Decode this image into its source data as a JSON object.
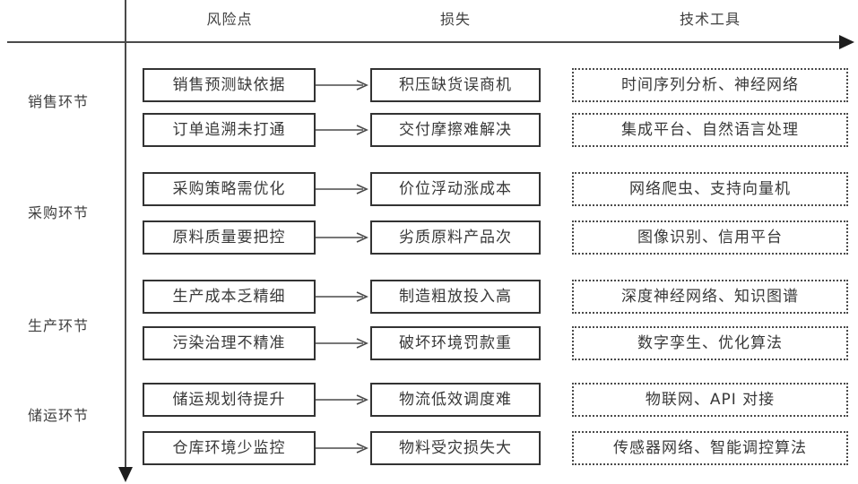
{
  "columns": [
    {
      "label": "风险点"
    },
    {
      "label": "损失"
    },
    {
      "label": "技术工具"
    }
  ],
  "sections": [
    {
      "stage": "销售环节",
      "rows": [
        {
          "risk": "销售预测缺依据",
          "loss": "积压缺货误商机",
          "tools": "时间序列分析、神经网络"
        },
        {
          "risk": "订单追溯未打通",
          "loss": "交付摩擦难解决",
          "tools": "集成平台、自然语言处理"
        }
      ]
    },
    {
      "stage": "采购环节",
      "rows": [
        {
          "risk": "采购策略需优化",
          "loss": "价位浮动涨成本",
          "tools": "网络爬虫、支持向量机"
        },
        {
          "risk": "原料质量要把控",
          "loss": "劣质原料产品次",
          "tools": "图像识别、信用平台"
        }
      ]
    },
    {
      "stage": "生产环节",
      "rows": [
        {
          "risk": "生产成本乏精细",
          "loss": "制造粗放投入高",
          "tools": "深度神经网络、知识图谱"
        },
        {
          "risk": "污染治理不精准",
          "loss": "破坏环境罚款重",
          "tools": "数字孪生、优化算法"
        }
      ]
    },
    {
      "stage": "储运环节",
      "rows": [
        {
          "risk": "储运规划待提升",
          "loss": "物流低效调度难",
          "tools": "物联网、API 对接"
        },
        {
          "risk": "仓库环境少监控",
          "loss": "物料受灾损失大",
          "tools": "传感器网络、智能调控算法"
        }
      ]
    }
  ],
  "colors": {
    "line": "#4a4a4a",
    "box_border": "#333333",
    "text": "#3a3a3a",
    "background": "#ffffff"
  }
}
